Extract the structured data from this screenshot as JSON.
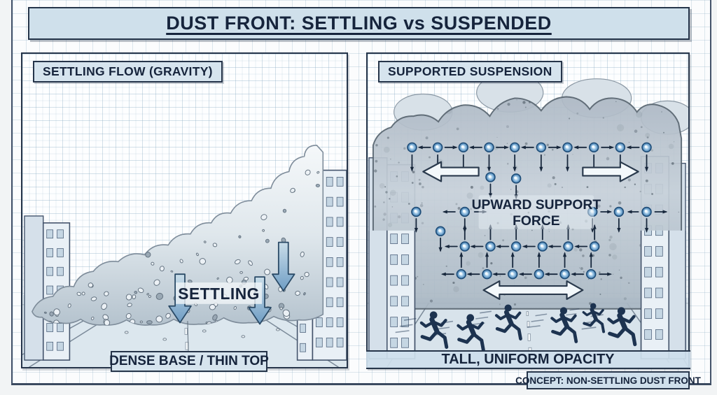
{
  "title": "DUST FRONT: SETTLING vs SUSPENDED",
  "left_panel": {
    "header": "SETTLING FLOW (GRAVITY)",
    "flow_label": "SETTLING",
    "footer": "DENSE BASE / THIN TOP"
  },
  "right_panel": {
    "header": "SUPPORTED SUSPENSION",
    "force_label_line1": "UPWARD SUPPORT",
    "force_label_line2": "FORCE",
    "footer": "TALL, UNIFORM OPACITY"
  },
  "caption": "CONCEPT: NON-SETTLING DUST FRONT",
  "colors": {
    "ink": "#17273c",
    "panel_blue": "#d6e4ee",
    "settle_arrow": "#7fa8cb",
    "node_blue": "#3c78ac",
    "dust_gray": "#b3bfca",
    "silhouette": "#1d3350",
    "support_arrow_fill": "#f3f8fb"
  }
}
